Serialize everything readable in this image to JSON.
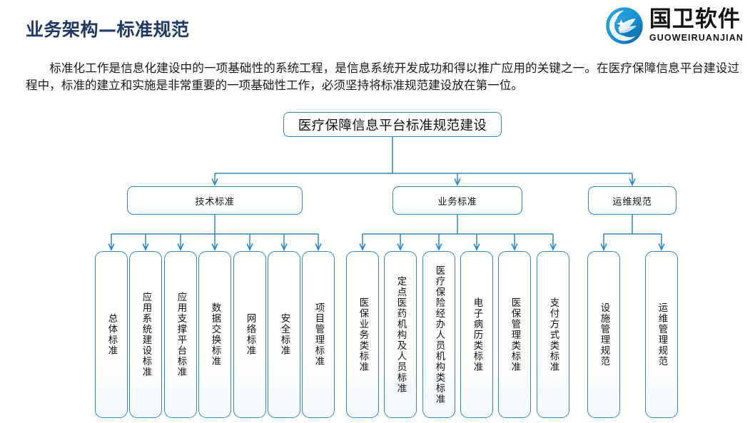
{
  "slide": {
    "title": "业务架构—标准规范",
    "paragraph": "标准化工作是信息化建设中的一项基础性的系统工程，是信息系统开发成功和得以推广应用的关键之一。在医疗保障信息平台建设过程中，标准的建立和实施是非常重要的一项基础性工作，必须坚持将标准规范建设放在第一位。"
  },
  "logo": {
    "name_cn": "国卫软件",
    "name_en": "GUOWEIRUANJIAN",
    "emblem_icon": "guowei-circle-logo-icon",
    "color": "#1B8FD1"
  },
  "colors": {
    "title": "#1F3864",
    "node_border": "#2E87C4",
    "connector": "#2E87C4",
    "background": "#FFFFFF"
  },
  "chart_data": {
    "type": "diagram",
    "diagram_kind": "org-chart",
    "root": "医疗保障信息平台标准规范建设",
    "branches": [
      {
        "label": "技术标准",
        "children": [
          "总体标准",
          "应用系统建设标准",
          "应用支撑平台标准",
          "数据交换标准",
          "网络标准",
          "安全标准",
          "项目管理标准"
        ]
      },
      {
        "label": "业务标准",
        "children": [
          "医保业务类标准",
          "定点医药机构及人员标准",
          "医疗保险经办人员机构类标准",
          "电子病历类标准",
          "医保管理类标准",
          "支付方式类标准"
        ]
      },
      {
        "label": "运维规范",
        "children": [
          "设施管理规范",
          "运维管理规范"
        ]
      }
    ]
  }
}
